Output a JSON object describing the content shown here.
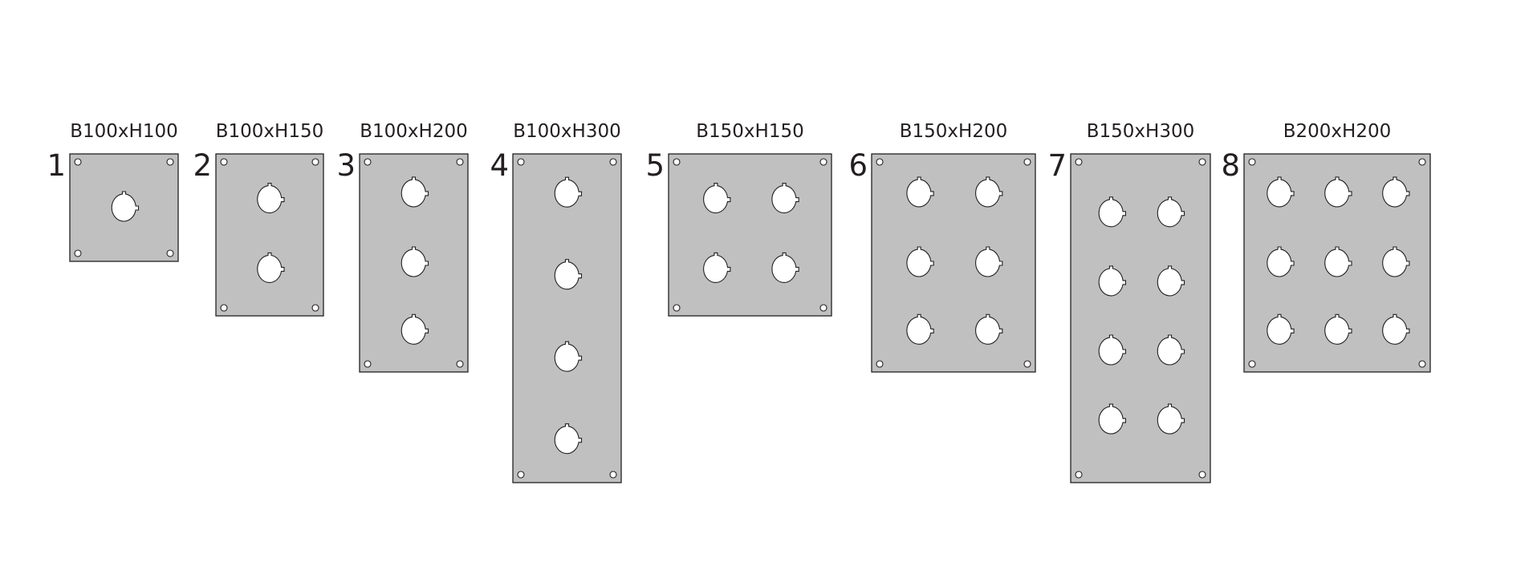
{
  "colors": {
    "plate": "#c0c0c0",
    "outline": "#231f20",
    "background": "#ffffff"
  },
  "panels": [
    {
      "number": "1",
      "label": "B100xH100",
      "cols": 1,
      "rows": 1
    },
    {
      "number": "2",
      "label": "B100xH150",
      "cols": 1,
      "rows": 2
    },
    {
      "number": "3",
      "label": "B100xH200",
      "cols": 1,
      "rows": 3
    },
    {
      "number": "4",
      "label": "B100xH300",
      "cols": 1,
      "rows": 4
    },
    {
      "number": "5",
      "label": "B150xH150",
      "cols": 2,
      "rows": 2
    },
    {
      "number": "6",
      "label": "B150xH200",
      "cols": 2,
      "rows": 3
    },
    {
      "number": "7",
      "label": "B150xH300",
      "cols": 2,
      "rows": 4
    },
    {
      "number": "8",
      "label": "B200xH200",
      "cols": 3,
      "rows": 3
    }
  ]
}
